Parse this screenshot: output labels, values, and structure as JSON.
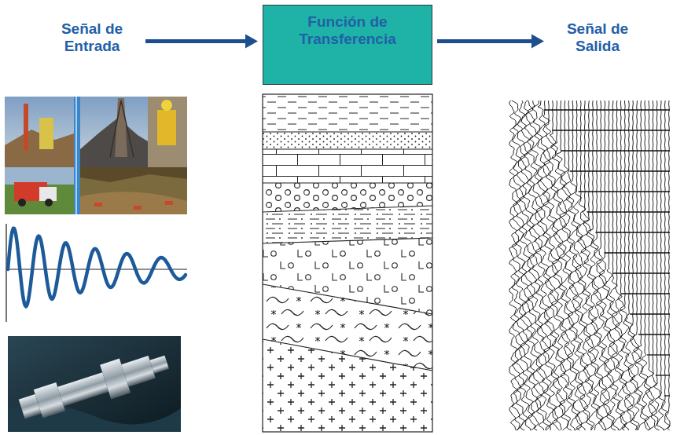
{
  "diagram": {
    "nodes": [
      {
        "text": [
          "Señal de Entrada"
        ]
      },
      {
        "text": [
          "Función de Transferencia"
        ]
      },
      {
        "text": [
          "Señal de Salida"
        ]
      }
    ],
    "edges": [
      {
        "from": 0,
        "to": 1,
        "arrow": "to"
      },
      {
        "from": 1,
        "to": 2,
        "arrow": "to"
      }
    ]
  }
}
